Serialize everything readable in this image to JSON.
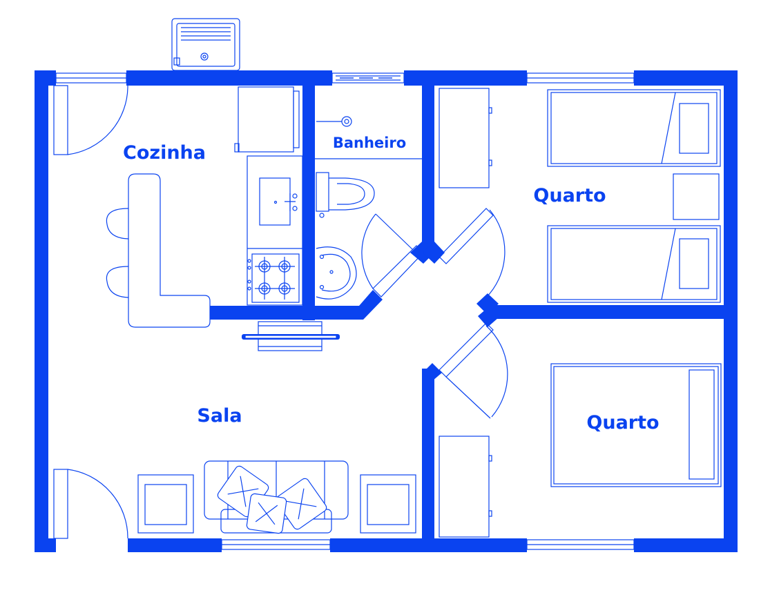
{
  "plan": {
    "line_color": "#0a43f0",
    "background": "#ffffff",
    "rooms": {
      "kitchen": "Cozinha",
      "bathroom": "Banheiro",
      "bedroom_top": "Quarto",
      "living": "Sala",
      "bedroom_bottom": "Quarto"
    },
    "icons": [
      "sink-icon",
      "stove-icon",
      "fridge-icon",
      "toilet-icon",
      "washbasin-icon",
      "shower-icon",
      "laundry-tank-icon",
      "sofa-icon",
      "bed-icon",
      "tv-icon",
      "wardrobe-icon",
      "door-icon",
      "window-icon"
    ]
  }
}
